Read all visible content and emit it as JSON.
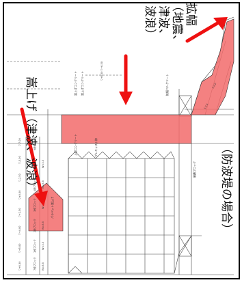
{
  "annotations": {
    "raise": "嵩上げ（津波、波浪）",
    "widen_title": "拡幅",
    "widen_cond_1": "（地震、",
    "widen_cond_2": "津波、",
    "widen_cond_3": "波浪）",
    "case_label": "（防波堤の場合）"
  },
  "drawing_labels": {
    "precast_frame": "プレキャスト枠",
    "upper_concrete": "上部コンクリート",
    "parapet": "パラペット嵩上げ",
    "cover_block": "被覆ブロック",
    "raised_concrete_1": "嵩上げコンクリート",
    "raised_concrete_2": "嵩上げコンクリート",
    "widen_concrete": "拡幅コンクリート",
    "caisson_blocks": [
      "1段ブロック",
      "2段ブロック",
      "3段ブロック",
      "4段ブロック",
      "5段ブロック",
      "6段ブロック",
      "7段ブロック"
    ],
    "block_widths": [
      "W=3.5",
      "W=3.5",
      "W=3.5",
      "W=3.5",
      "W=3.5",
      "W=3.5"
    ],
    "levels": [
      "▽+6.30",
      "▽+5.00",
      "▽+4.00",
      "▽+2.50",
      "▽±0.00",
      "▽-2.50",
      "▽-5.00",
      "▽-7.00"
    ],
    "slope": "1:2.0",
    "slope_2": "1:1.5",
    "top_marks": "▽+8.50  ▽+6.50"
  },
  "colors": {
    "highlight": "#f26b6b",
    "arrow": "#ee1111",
    "line": "#333333",
    "dark": "#111111"
  }
}
